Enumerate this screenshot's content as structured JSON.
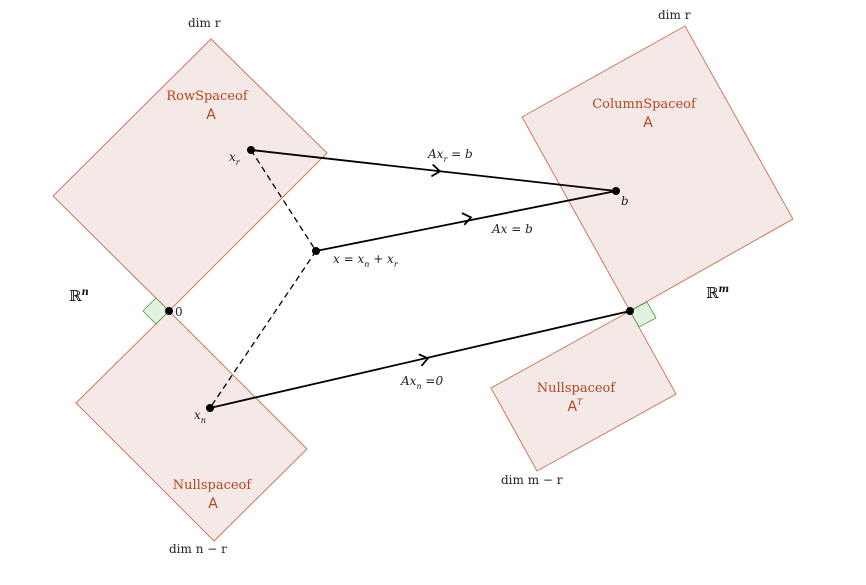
{
  "colors": {
    "region_fill": "#f4e9e6",
    "region_stroke": "#cc7a5c",
    "region_text": "#b5451f",
    "right_angle_fill": "#e3f2df",
    "right_angle_stroke": "#4f9a4a",
    "line": "#000000"
  },
  "labels": {
    "rowspace": "RowSpaceof",
    "rowspace_mat": "A",
    "nullspace": "Nullspaceof",
    "nullspace_mat": "A",
    "colspace": "ColumnSpaceof",
    "colspace_mat": "A",
    "left_nullspace": "Nullspaceof",
    "left_nullspace_mat": "A",
    "left_nullspace_sup": "T",
    "dim_row": "dim r",
    "dim_null": "dim n − r",
    "dim_col": "dim r",
    "dim_left_null": "dim m − r",
    "Rn": "ℝ",
    "Rn_sup": "n",
    "Rm": "ℝ",
    "Rm_sup": "m",
    "origin": "0",
    "xr": "x",
    "xr_sub": "r",
    "xn": "x",
    "xn_sub": "n",
    "x_sum": "x = x",
    "x_sum_sub1": "n",
    "x_sum_mid": " + x",
    "x_sum_sub2": "r",
    "b": "b",
    "Axr": "Ax",
    "Axr_sub": "r",
    "Axr_rhs": " = b",
    "Ax": "Ax = b",
    "Axn": "Ax",
    "Axn_sub": "n",
    "Axn_rhs": " =0"
  }
}
